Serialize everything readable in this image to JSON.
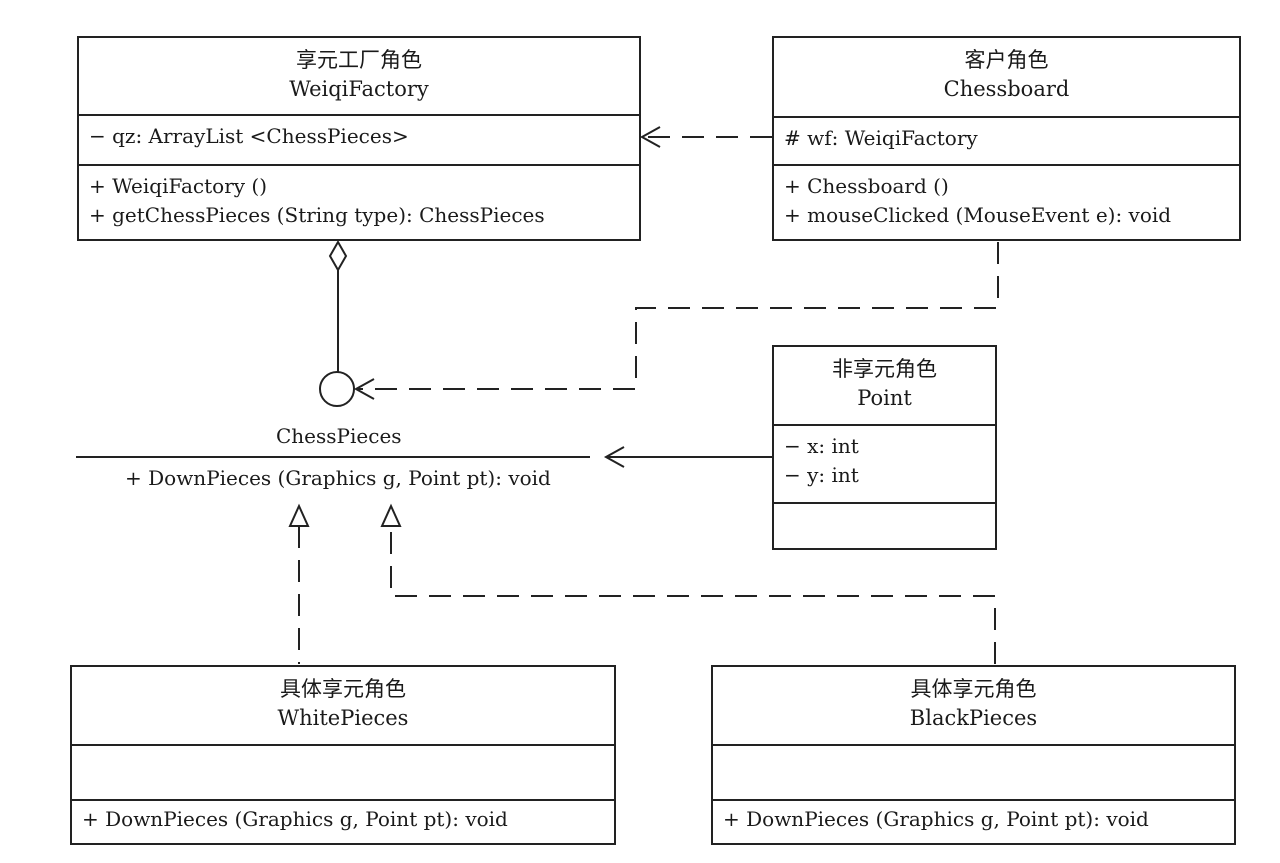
{
  "factory": {
    "stereotype": "享元工厂角色",
    "name": "WeiqiFactory",
    "attributes": [
      "− qz: ArrayList <ChessPieces>"
    ],
    "operations": [
      "+ WeiqiFactory ()",
      "+ getChessPieces (String type): ChessPieces"
    ]
  },
  "client": {
    "stereotype": "客户角色",
    "name": "Chessboard",
    "attributes": [
      "# wf: WeiqiFactory"
    ],
    "operations": [
      "+ Chessboard ()",
      "+ mouseClicked (MouseEvent e): void"
    ]
  },
  "unshared": {
    "stereotype": "非享元角色",
    "name": "Point",
    "attributes": [
      "− x: int",
      "− y: int"
    ]
  },
  "interface": {
    "name": "ChessPieces",
    "operation": "+ DownPieces (Graphics g, Point pt): void"
  },
  "white": {
    "stereotype": "具体享元角色",
    "name": "WhitePieces",
    "operations": [
      "+ DownPieces (Graphics g, Point pt): void"
    ]
  },
  "black": {
    "stereotype": "具体享元角色",
    "name": "BlackPieces",
    "operations": [
      "+ DownPieces (Graphics g, Point pt): void"
    ]
  }
}
